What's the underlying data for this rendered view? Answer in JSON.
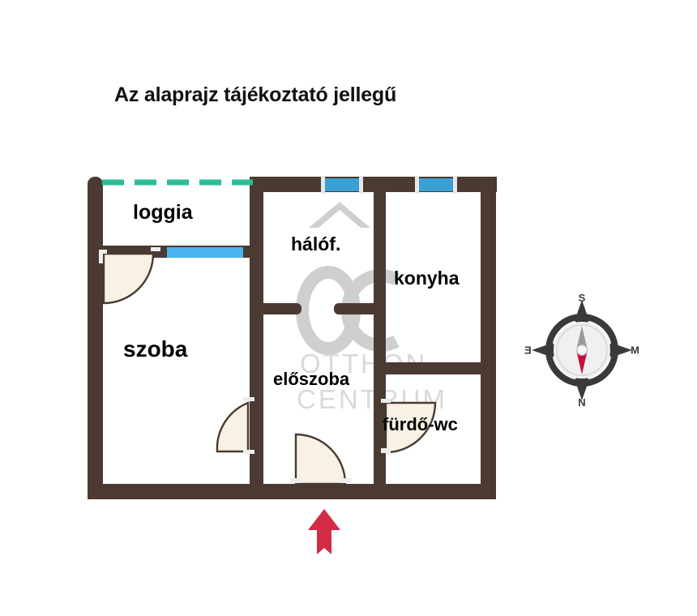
{
  "title": "Az alaprajz tájékoztató jellegű",
  "rooms": [
    {
      "key": "loggia",
      "label": "loggia"
    },
    {
      "key": "szoba",
      "label": "szoba"
    },
    {
      "key": "halof",
      "label": "hálóf."
    },
    {
      "key": "konyha",
      "label": "konyha"
    },
    {
      "key": "eloszoba",
      "label": "előszoba"
    },
    {
      "key": "furdowc",
      "label": "fürdő-wc"
    }
  ],
  "room_labels": {
    "loggia": "loggia",
    "szoba": "szoba",
    "halof": "hálóf.",
    "konyha": "konyha",
    "eloszoba": "előszoba",
    "furdowc": "fürdő-wc"
  },
  "compass": {
    "top": "S",
    "bottom": "N",
    "left": "Ǝ",
    "right": "M",
    "needle_color": "#c8103c",
    "body_color": "#3a3a3a"
  },
  "watermark": {
    "line1": "OTTHON",
    "line2": "CENTRUM",
    "logo": "oc-house-logo",
    "color": "#b3b3b3"
  },
  "colors": {
    "wall": "#4a3a31",
    "window": "#3b9fd4",
    "window_light": "#4ab3ed",
    "balcony_rail": "#2bbd97",
    "door_fill": "#f8f2e4",
    "door_stroke": "#4a3a31",
    "entrance_arrow": "#d32a45",
    "background": "#ffffff",
    "title": "#111111"
  },
  "markers": {
    "entrance_arrow": "entrance-arrow-up"
  }
}
